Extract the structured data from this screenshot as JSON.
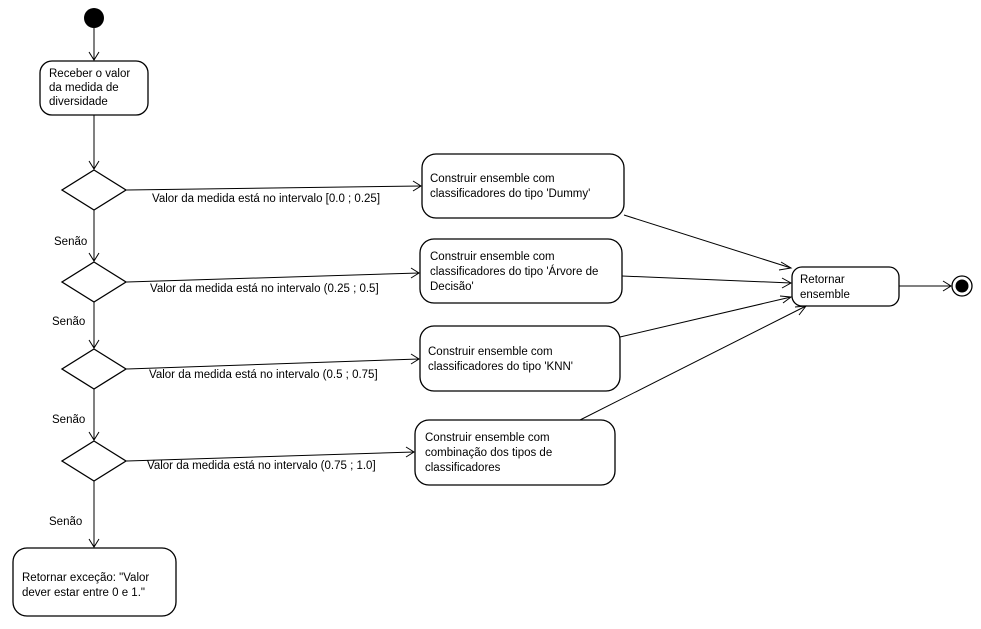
{
  "diagram": {
    "actions": {
      "receive": [
        "Receber o valor",
        "da medida de",
        "diversidade"
      ],
      "dummy": [
        "Construir ensemble com",
        "classificadores do tipo 'Dummy'"
      ],
      "tree": [
        "Construir ensemble com",
        "classificadores do tipo 'Árvore de",
        "Decisão'"
      ],
      "knn": [
        "Construir ensemble com",
        "classificadores do tipo 'KNN'"
      ],
      "combo": [
        "Construir ensemble com",
        "combinação dos tipos de",
        "classificadores"
      ],
      "return_ensemble": [
        "Retornar",
        "ensemble"
      ],
      "exception": [
        "Retornar exceção: \"Valor",
        "dever estar entre 0 e 1.\""
      ]
    },
    "guards": {
      "g1": "Valor da medida está no intervalo [0.0 ; 0.25]",
      "g2": "Valor da medida está no intervalo (0.25 ; 0.5]",
      "g3": "Valor da medida está no intervalo (0.5 ; 0.75]",
      "g4": "Valor da medida está no intervalo (0.75 ; 1.0]"
    },
    "else_label": "Senão"
  }
}
